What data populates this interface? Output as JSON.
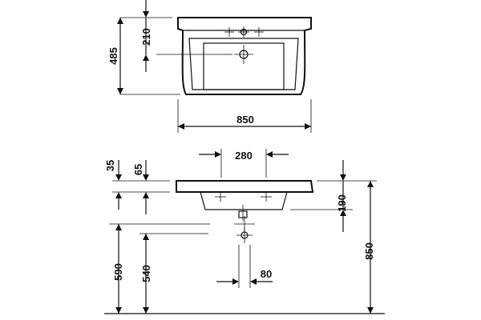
{
  "dimensions": {
    "top_offset_210": "210",
    "depth_485": "485",
    "width_850": "850",
    "spacing_280": "280",
    "rim_35": "35",
    "rim_65": "65",
    "bowl_190": "190",
    "height_850": "850",
    "height_590": "590",
    "height_540": "540",
    "trap_80": "80"
  },
  "colors": {
    "line": "#111111",
    "background": "#ffffff"
  }
}
